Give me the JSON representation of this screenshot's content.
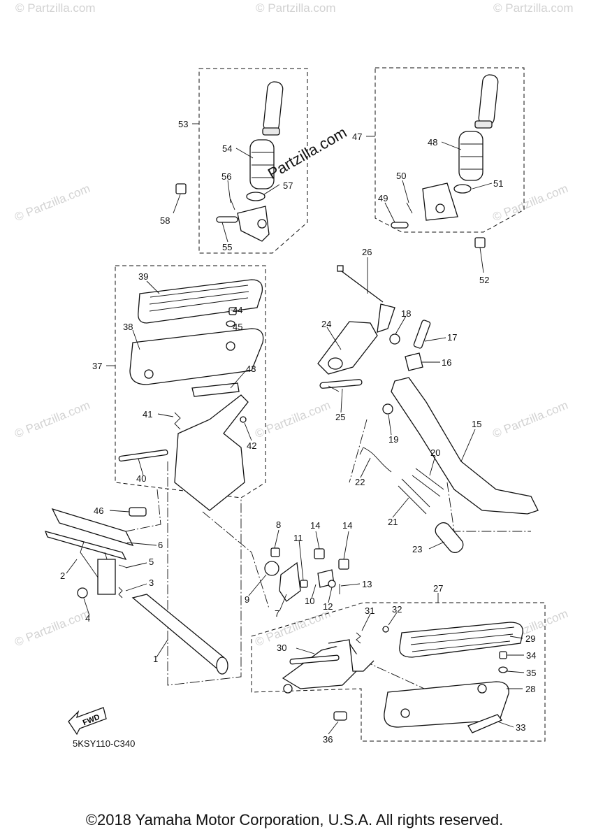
{
  "watermark_text": "© Partzilla.com",
  "logo_text": "Partzilla.com",
  "diagram_code": "5KSY110-C340",
  "copyright": "©2018 Yamaha Motor Corporation, U.S.A. All rights reserved.",
  "fwd_label": "FWD",
  "callouts": [
    "1",
    "2",
    "3",
    "4",
    "5",
    "6",
    "7",
    "8",
    "9",
    "10",
    "11",
    "12",
    "13",
    "14",
    "14",
    "15",
    "16",
    "17",
    "18",
    "19",
    "20",
    "21",
    "22",
    "23",
    "24",
    "25",
    "26",
    "27",
    "28",
    "29",
    "30",
    "31",
    "32",
    "33",
    "34",
    "35",
    "36",
    "37",
    "38",
    "39",
    "40",
    "41",
    "42",
    "43",
    "44",
    "45",
    "46",
    "47",
    "48",
    "49",
    "50",
    "51",
    "52",
    "53",
    "54",
    "55",
    "56",
    "57",
    "58"
  ]
}
